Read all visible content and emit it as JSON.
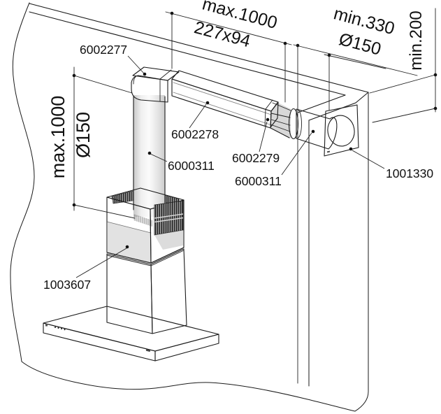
{
  "diagram": {
    "type": "hood-installation-diagram",
    "dimensions": {
      "duct_run_length": "max.1000",
      "duct_cross_section": "227x94",
      "wall_distance": "min.330",
      "wall_outlet_diameter": "Ø150",
      "ceiling_distance": "min.200",
      "tube_length": "max.1000",
      "tube_diameter": "Ø150"
    },
    "part_labels": {
      "elbow": "6002277",
      "flat_duct": "6002278",
      "transition_piece": "6002279",
      "vertical_round_tube": "6000311",
      "horizontal_round_tube": "6000311",
      "wall_outlet": "1001330",
      "hood": "1003607"
    },
    "colors": {
      "line": "#1a1a1a",
      "fill_light": "#e9e9e9",
      "fill_mid": "#d5d5d5",
      "fill_dark": "#c6c6c6",
      "grille": "#0a0a0a",
      "background": "#ffffff"
    }
  }
}
